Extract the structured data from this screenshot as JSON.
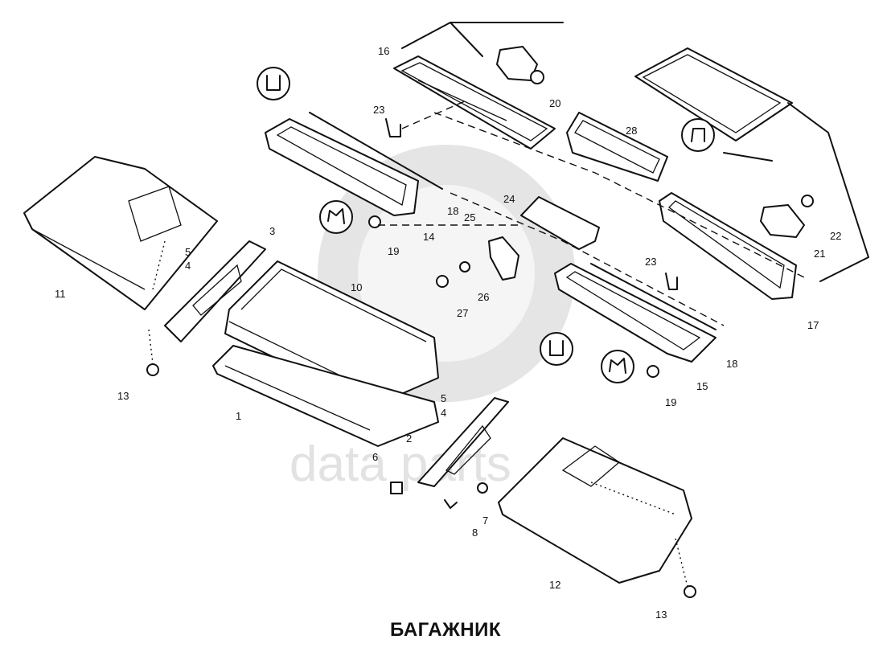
{
  "caption": "БАГАЖНИК",
  "watermark": "data parts",
  "callouts": [
    "1",
    "2",
    "3",
    "4",
    "5",
    "4",
    "5",
    "6",
    "7",
    "8",
    "10",
    "11",
    "12",
    "13",
    "13",
    "14",
    "15",
    "16",
    "17",
    "18",
    "18",
    "19",
    "19",
    "20",
    "21",
    "22",
    "23",
    "23",
    "24",
    "25",
    "26",
    "27",
    "28"
  ]
}
